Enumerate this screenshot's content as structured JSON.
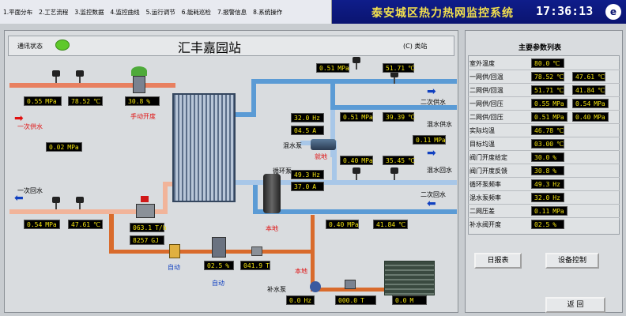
{
  "menu": [
    "1.平面分布",
    "2.工艺流程",
    "3.监控数据",
    "4.监控曲线",
    "5.运行调节",
    "6.能耗巡检",
    "7.报警信息",
    "8.系统操作"
  ],
  "system_title": "泰安城区热力热网监控系统",
  "clock": "17:36:13",
  "logo_glyph": "e",
  "comm_status_label": "通讯状态",
  "station_name": "汇丰嘉园站",
  "station_type": "(C)  类站",
  "labels": {
    "primary_supply": "一次供水",
    "primary_return": "一次回水",
    "secondary_supply": "二次供水",
    "secondary_return": "二次回水",
    "mix_supply": "混水供水",
    "mix_return": "混水回水",
    "manual_open": "手动开度",
    "mix_pump": "混水泵",
    "circ_pump": "循环泵",
    "local1": "就地",
    "local2": "本地",
    "local3": "本地",
    "auto1": "自动",
    "auto2": "自动",
    "makeup_pump": "补水泵"
  },
  "readings": {
    "p1_top": {
      "v": "0.51",
      "u": "MPa"
    },
    "t1_top": {
      "v": "51.71",
      "u": "℃"
    },
    "p1_supply": {
      "v": "0.55",
      "u": "MPa"
    },
    "t1_supply": {
      "v": "78.52",
      "u": "℃"
    },
    "valve_open": {
      "v": "30.8",
      "u": "%"
    },
    "dp": {
      "v": "0.02",
      "u": "MPa"
    },
    "mix_hz": {
      "v": "32.0",
      "u": "Hz"
    },
    "mix_a": {
      "v": "04.5",
      "u": "A"
    },
    "p_mix": {
      "v": "0.51",
      "u": "MPa"
    },
    "t_mix": {
      "v": "39.39",
      "u": "℃"
    },
    "p_mix_sup": {
      "v": "0.11",
      "u": "MPa"
    },
    "p_sec": {
      "v": "0.40",
      "u": "MPa"
    },
    "t_sec": {
      "v": "35.45",
      "u": "℃"
    },
    "circ_hz": {
      "v": "49.3",
      "u": "Hz"
    },
    "circ_a": {
      "v": "37.0",
      "u": "A"
    },
    "p1_return": {
      "v": "0.54",
      "u": "MPa"
    },
    "t1_return": {
      "v": "47.61",
      "u": "℃"
    },
    "flow": {
      "v": "063.1",
      "u": "T/h"
    },
    "heat": {
      "v": "8257",
      "u": "GJ"
    },
    "p_sec_ret": {
      "v": "0.40",
      "u": "MPa"
    },
    "t_sec_ret": {
      "v": "41.84",
      "u": "℃"
    },
    "valve2": {
      "v": "02.5",
      "u": "%"
    },
    "acc": {
      "v": "041.9",
      "u": "T"
    },
    "makeup_hz": {
      "v": "0.0",
      "u": "Hz"
    },
    "makeup_total": {
      "v": "000.0",
      "u": "T"
    },
    "tank_level": {
      "v": "0.0",
      "u": "M"
    }
  },
  "params_title": "主要参数列表",
  "params": [
    {
      "name": "室外温度",
      "v1": "80.0",
      "u1": "℃"
    },
    {
      "name": "一网供/回温",
      "v1": "78.52",
      "u1": "℃",
      "v2": "47.61",
      "u2": "℃"
    },
    {
      "name": "二网供/回温",
      "v1": "51.71",
      "u1": "℃",
      "v2": "41.84",
      "u2": "℃"
    },
    {
      "name": "一网供/回压",
      "v1": "0.55",
      "u1": "MPa",
      "v2": "0.54",
      "u2": "MPa"
    },
    {
      "name": "二网供/回压",
      "v1": "0.51",
      "u1": "MPa",
      "v2": "0.40",
      "u2": "MPa"
    },
    {
      "name": "实际均温",
      "v1": "46.78",
      "u1": "℃"
    },
    {
      "name": "目标均温",
      "v1": "03.00",
      "u1": "℃"
    },
    {
      "name": "阀门开度给定",
      "v1": "30.0",
      "u1": "%"
    },
    {
      "name": "阀门开度反馈",
      "v1": "30.8",
      "u1": "%"
    },
    {
      "name": "循环泵频率",
      "v1": "49.3",
      "u1": "Hz"
    },
    {
      "name": "混水泵频率",
      "v1": "32.0",
      "u1": "Hz"
    },
    {
      "name": "二网压差",
      "v1": "0.11",
      "u1": "MPa"
    },
    {
      "name": "补水阀开度",
      "v1": "02.5",
      "u1": "%"
    }
  ],
  "buttons": {
    "daily": "日报表",
    "device": "设备控制",
    "back": "返  回"
  },
  "colors": {
    "status_ok": "#5ec82a",
    "lcd_text": "#f0e010",
    "title_yellow": "#f3e04e"
  }
}
